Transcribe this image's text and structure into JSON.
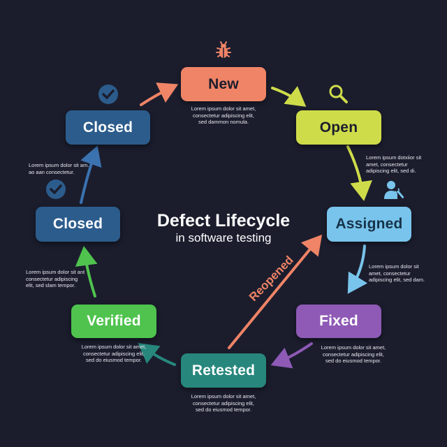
{
  "title": "Defect Lifecycle",
  "subtitle": "in software testing",
  "reopened_label": "Reopened",
  "colors": {
    "background": "#1b1d2d",
    "new": "#ef8466",
    "open": "#cfdc4a",
    "assigned": "#79c4ec",
    "fixed": "#8e5ab6",
    "retested": "#27877d",
    "verified": "#4fc34e",
    "closed": "#2c5c8c"
  },
  "nodes": {
    "new": {
      "label": "New",
      "desc": "Lorem ipsum dolor sit amet,\nconsectetur adipiscing elit,\nsed dammon nomula."
    },
    "open": {
      "label": "Open",
      "desc": "Lorem ipsum dotxiior sit\namet, consectetur\nadipiscing elit, sed di."
    },
    "assigned": {
      "label": "Assigned",
      "desc": "Lorem ipsum dolor sit\namet, consectetur\nadipiscing elit, sed dam."
    },
    "fixed": {
      "label": "Fixed",
      "desc": "Lorem ipsum dolor sit amet,\nconsectetur adipiscing elit,\nsed do eiusmod tempor."
    },
    "retested": {
      "label": "Retested",
      "desc": "Lorem ipsum dolor sit amet,\nconsectetur adipiscing elit,\nsed do eiusmod tempor."
    },
    "verified": {
      "label": "Verified",
      "desc": "Lorem ipsum dolor sit amet,\nconsectetur adipiscing elit,\nsed do eiusmod tempor."
    },
    "closed_lower": {
      "label": "Closed",
      "desc": "Lorem ipsum dolor sit ant\nconsectetur adipiscing\nelit, sed slam tempor."
    },
    "closed_upper": {
      "label": "Closed",
      "desc": "Lorem ipsum dolor sit am.\nao aan consectetur."
    }
  },
  "icons": [
    "bug-icon",
    "search-icon",
    "user-wrench-icon",
    "check-icon"
  ]
}
